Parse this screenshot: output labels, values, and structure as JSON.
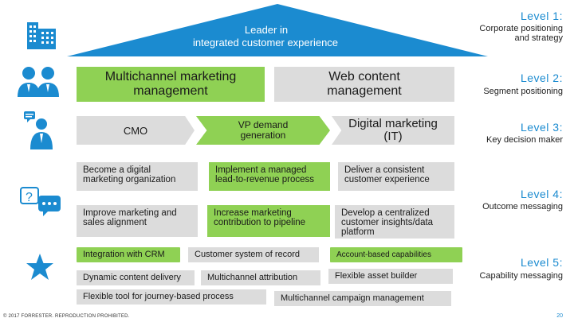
{
  "roof": {
    "line1": "Leader in",
    "line2": "integrated customer experience"
  },
  "levels": [
    {
      "title": "Level 1:",
      "desc": "Corporate positioning and strategy"
    },
    {
      "title": "Level 2:",
      "desc": "Segment positioning"
    },
    {
      "title": "Level 3:",
      "desc": "Key decision maker"
    },
    {
      "title": "Level 4:",
      "desc": "Outcome messaging"
    },
    {
      "title": "Level 5:",
      "desc": "Capability messaging"
    }
  ],
  "segments": {
    "left": "Multichannel marketing management",
    "right": "Web content management"
  },
  "decision_makers": {
    "cmo": "CMO",
    "vp": "VP demand generation",
    "it": "Digital marketing (IT)"
  },
  "outcomes": {
    "row1": [
      "Become a digital marketing organization",
      "Implement a managed lead-to-revenue process",
      "Deliver a consistent customer experience"
    ],
    "row2": [
      "Improve marketing and sales alignment",
      "Increase marketing contribution to pipeline",
      "Develop a centralized customer insights/data platform"
    ]
  },
  "capabilities": {
    "integration_crm": "Integration with CRM",
    "customer_system": "Customer system of record",
    "account_based": "Account-based capabilities",
    "dynamic_content": "Dynamic content delivery",
    "multichannel_attribution": "Multichannel attribution",
    "flexible_asset": "Flexible asset builder",
    "flexible_tool": "Flexible tool for journey-based process",
    "multichannel_campaign": "Multichannel campaign management"
  },
  "footer": {
    "copyright": "© 2017 FORRESTER. REPRODUCTION PROHIBITED.",
    "page": "20"
  },
  "colors": {
    "blue": "#1b8bd0",
    "green": "#8fd154",
    "grey": "#dcdcdc"
  },
  "icons": [
    "building-icon",
    "two-people-icon",
    "person-speaking-icon",
    "speech-bubbles-icon",
    "star-icon"
  ]
}
